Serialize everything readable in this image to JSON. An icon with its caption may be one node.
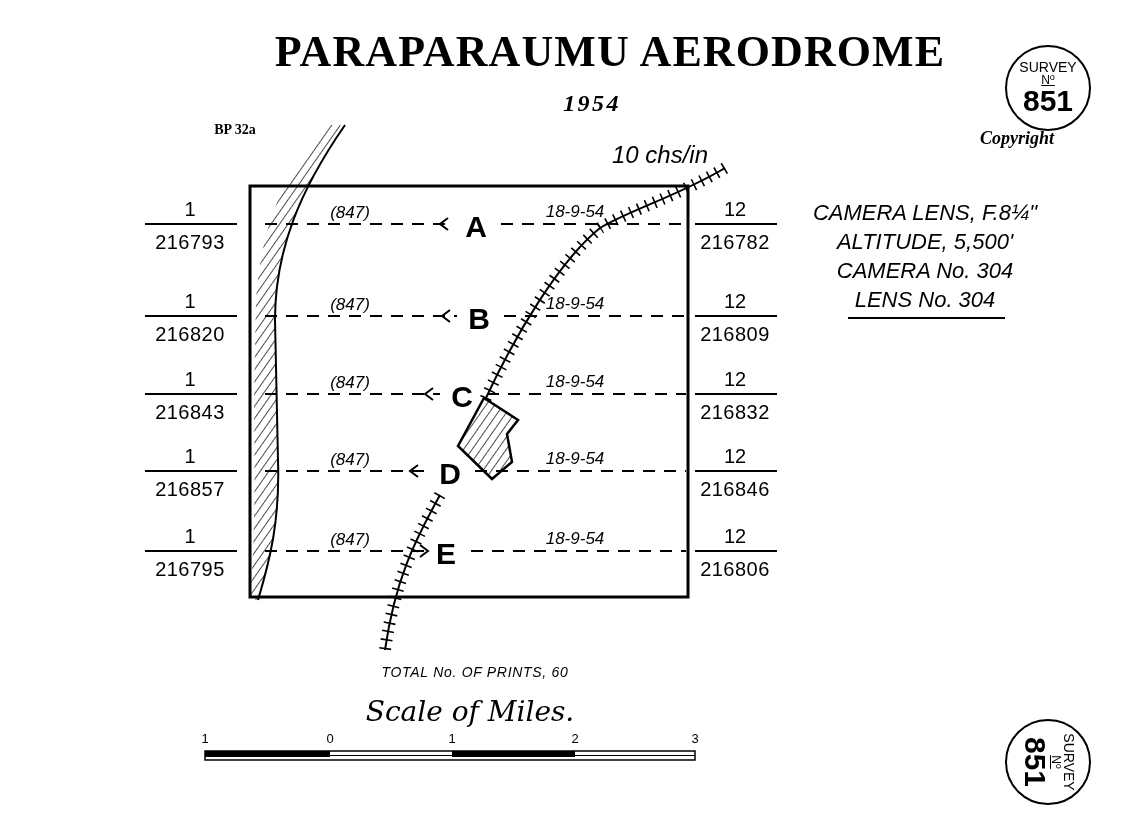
{
  "diagram": {
    "title": "PARAPARAUMU AERODROME",
    "nodes": [
      {
        "text": [
          "SURVEY",
          "N$^{o}$",
          "851"
        ]
      },
      {
        "text": [
          "SURVEY",
          "N$^{o}$",
          "851"
        ]
      }
    ],
    "labels": [
      "1954",
      "BP 32a",
      "Copyright",
      "10 chs/in",
      "1",
      "216793",
      "(847)",
      "A",
      "18-9-54",
      "12",
      "216782",
      "1",
      "216820",
      "(847)",
      "B",
      "18-9-54",
      "12",
      "216809",
      "1",
      "216843",
      "(847)",
      "C",
      "18-9-54",
      "12",
      "216832",
      "1",
      "216857",
      "(847)",
      "D",
      "18-9-54",
      "12",
      "216846",
      "1",
      "216795",
      "(847)",
      "E",
      "18-9-54",
      "12",
      "216806",
      "CAMERA LENS, F.8¼\"",
      "ALTITUDE, 5,500'",
      "CAMERA No. 304",
      "LENS No. 304",
      "TOTAL No. OF PRINTS, 60",
      "Scale of Miles.",
      "1",
      "0",
      "1",
      "2",
      "3"
    ]
  }
}
